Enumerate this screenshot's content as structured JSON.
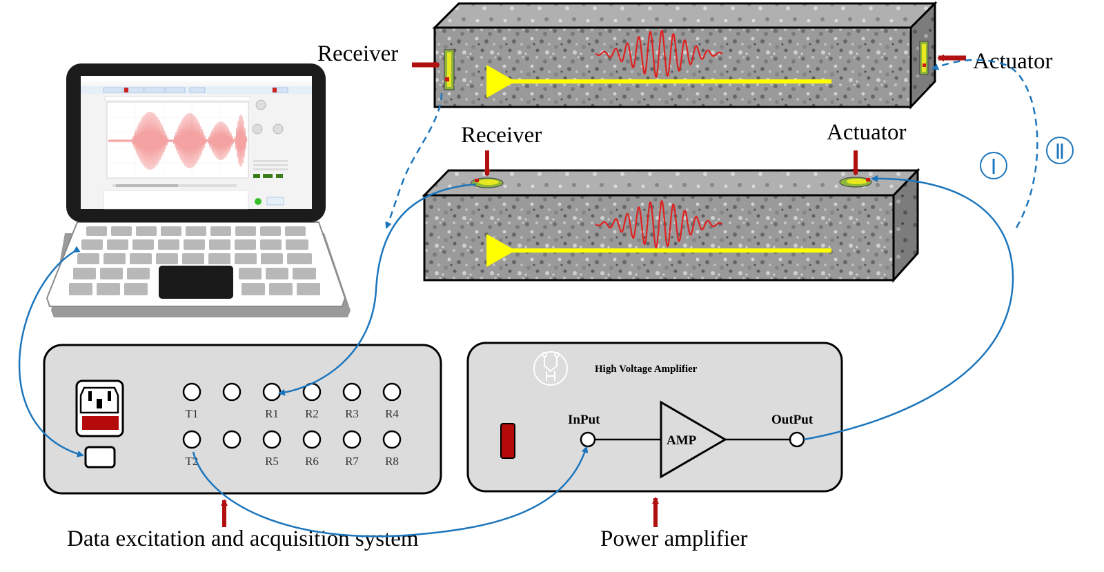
{
  "beam_top": {
    "receiver_label": "Receiver",
    "actuator_label": "Actuator"
  },
  "beam_bottom": {
    "receiver_label": "Receiver",
    "actuator_label": "Actuator"
  },
  "paths": {
    "path_one_label": "Ⅰ",
    "path_two_label": "Ⅱ"
  },
  "acquisition_system": {
    "caption": "Data excitation and acquisition system",
    "port_labels_row1": [
      "T1",
      "",
      "R1",
      "R2",
      "R3",
      "R4"
    ],
    "port_labels_row2": [
      "T2",
      "",
      "R5",
      "R6",
      "R7",
      "R8"
    ]
  },
  "amplifier": {
    "title": "High Voltage Amplifier",
    "input_label": "InPut",
    "amp_label": "AMP",
    "output_label": "OutPut",
    "caption": "Power amplifier"
  },
  "colors": {
    "arrow_red": "#b01010",
    "wave_red": "#e02020",
    "yellow_arrow": "#ffff00",
    "cable_blue": "#1b75bc",
    "panel_gray": "#dcdcdc"
  }
}
